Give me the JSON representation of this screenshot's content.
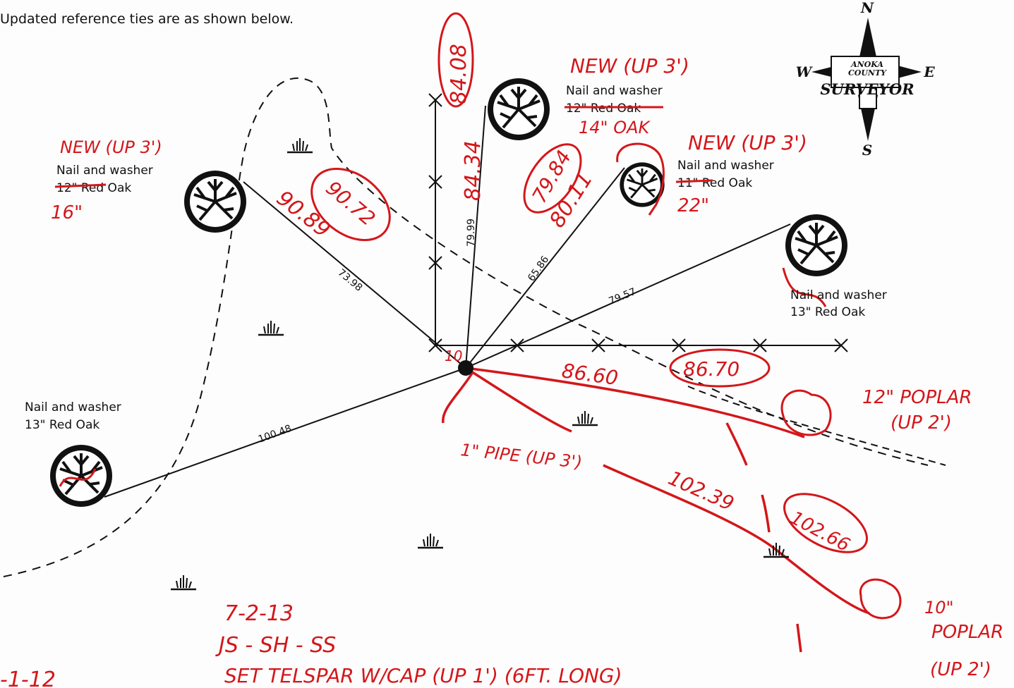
{
  "header": {
    "text": "Updated reference ties are as shown below."
  },
  "compass": {
    "n": "N",
    "s": "S",
    "e": "E",
    "w": "W",
    "logo_line1": "ANOKA",
    "logo_line2": "COUNTY",
    "logo_line3": "SURVEYOR"
  },
  "ties": {
    "upper_left": {
      "new": "NEW (UP 3')",
      "label1": "Nail and washer",
      "label2": "12\" Red Oak",
      "correction": "16\"",
      "dist_old": "73.98",
      "dist_new": "90.89",
      "dist_field": "90.72"
    },
    "top": {
      "new": "NEW (UP 3')",
      "label1": "Nail and washer",
      "label2": "12\" Red Oak",
      "correction": "14\" OAK",
      "dist_old": "79.99",
      "dist_new": "84.34",
      "dist_field": "84.08"
    },
    "upper_right": {
      "new": "NEW (UP 3')",
      "label1": "Nail and washer",
      "label2": "11\" Red Oak",
      "correction": "22\"",
      "dist_old": "65.86",
      "dist_new": "80.11",
      "dist_field": "79.84"
    },
    "right": {
      "label1": "Nail and washer",
      "label2": "13\" Red Oak",
      "dist_old": "79.57"
    },
    "lower_left": {
      "label1": "Nail and washer",
      "label2": "13\" Red Oak",
      "dist_old": "100.48"
    },
    "poplar_12": {
      "label1": "12\" POPLAR",
      "label2": "(UP 2')",
      "dist_new": "86.60",
      "dist_field": "86.70"
    },
    "poplar_10": {
      "label1": "10\"",
      "label2": "POPLAR",
      "label3": "(UP 2')",
      "dist_new": "102.39",
      "dist_field": "102.66"
    }
  },
  "pipe": {
    "label": "1\" PIPE (UP 3')",
    "mark": "10"
  },
  "notes": {
    "date": "7-2-13",
    "crew": "JS - SH - SS",
    "set": "SET TELSPAR W/CAP (UP 1') (6FT. LONG)",
    "corner": "-1-12"
  }
}
